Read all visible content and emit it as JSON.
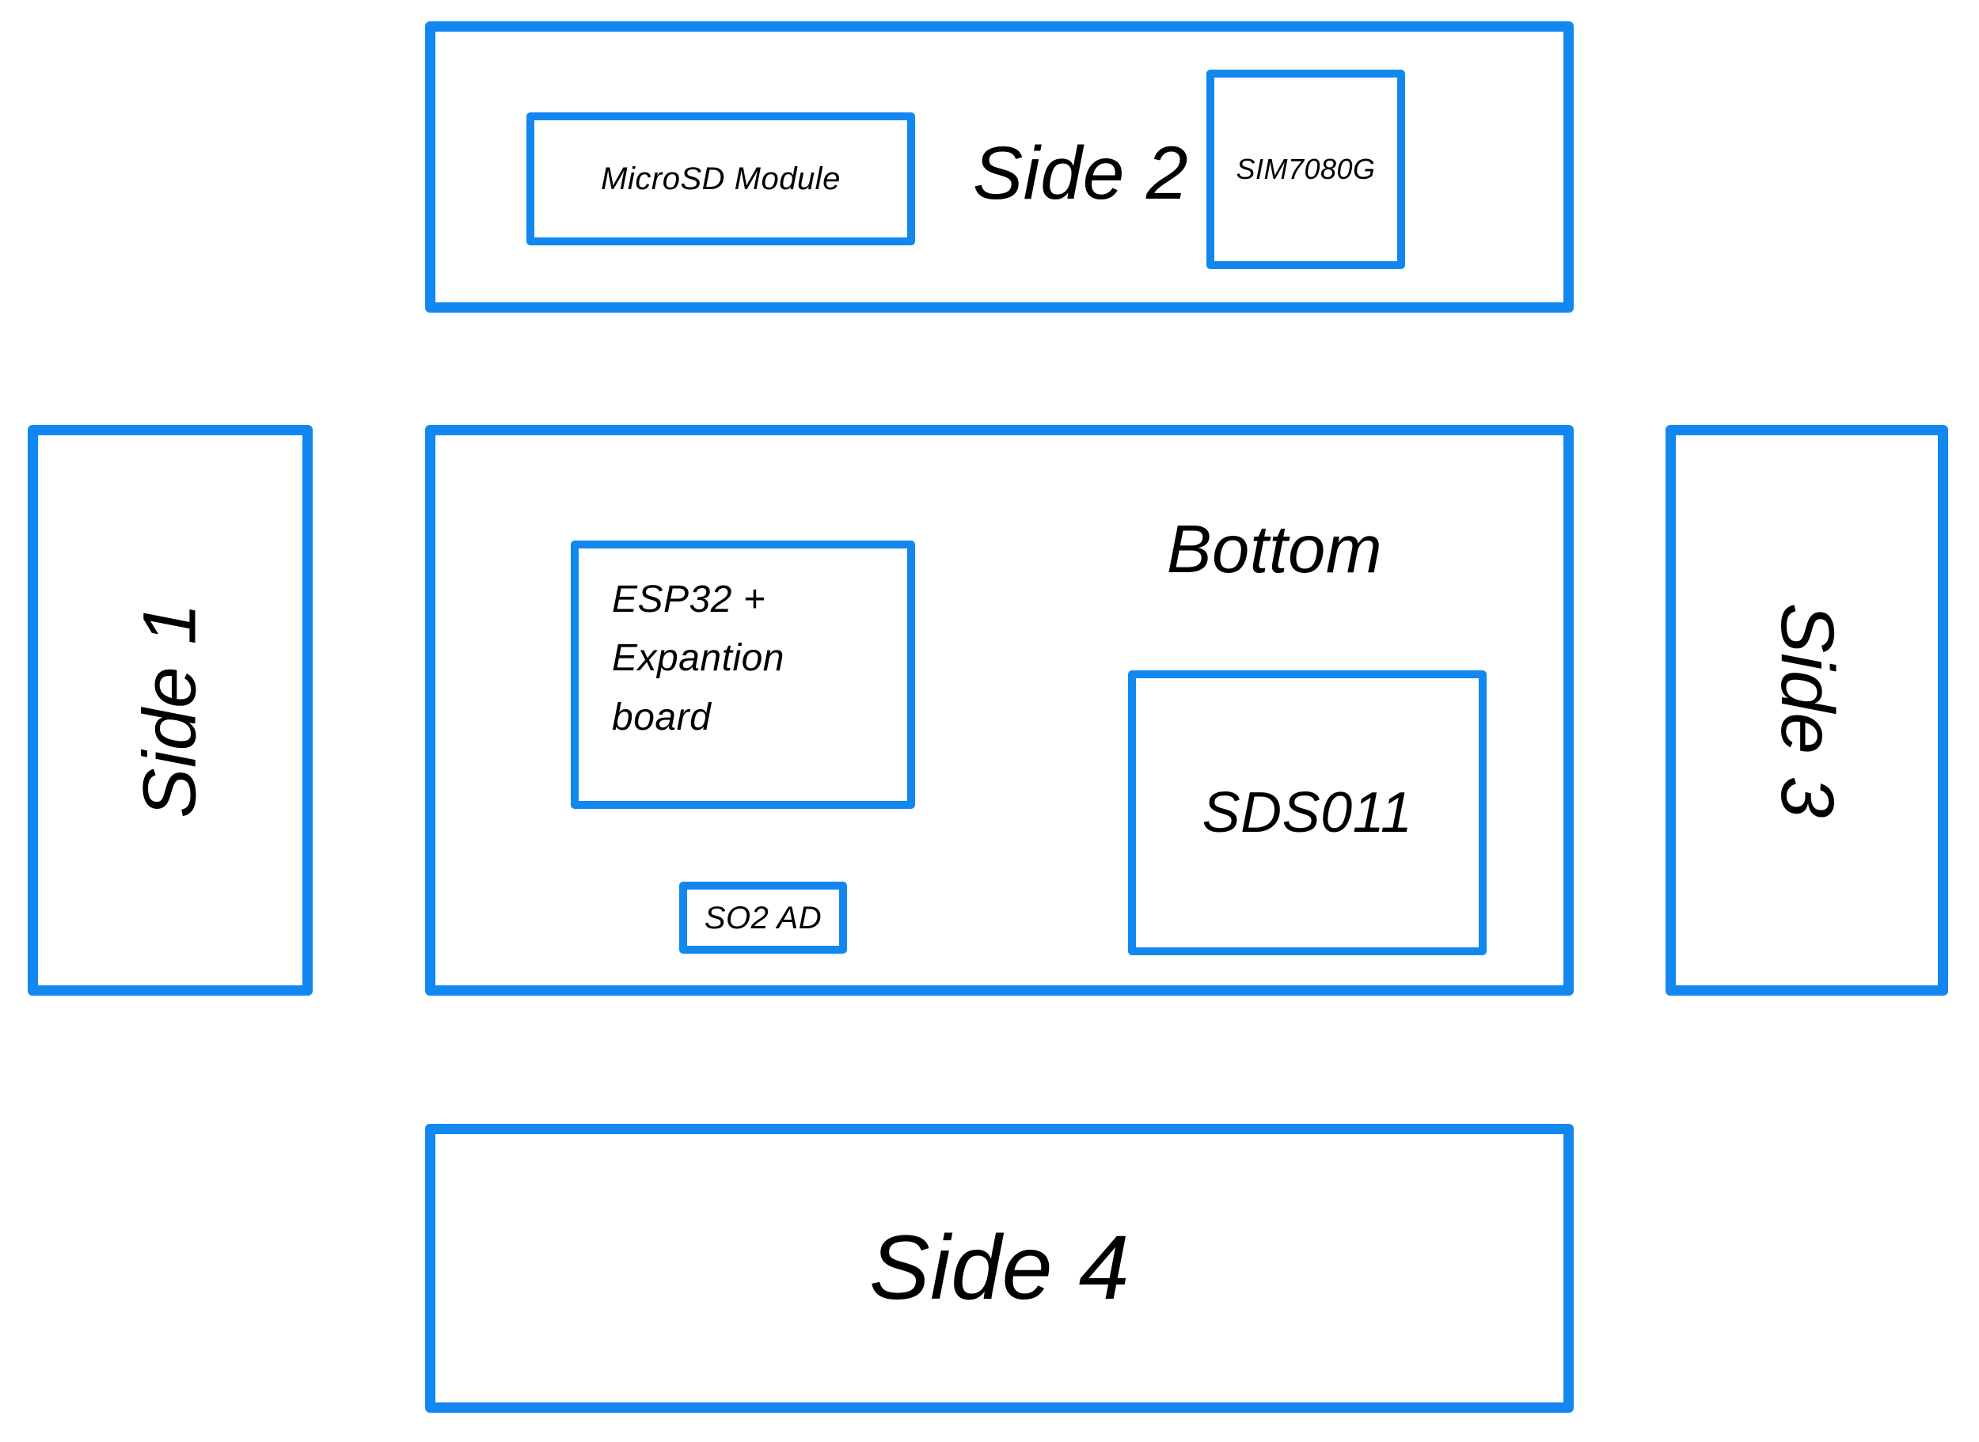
{
  "colors": {
    "outline": "#1287f0",
    "text": "#000000",
    "background": "#ffffff"
  },
  "panels": {
    "side1": "Side 1",
    "side2": "Side 2",
    "side3": "Side 3",
    "side4": "Side 4",
    "bottom": "Bottom"
  },
  "components": {
    "microsd": "MicroSD Module",
    "sim7080g": "SIM7080G",
    "esp32": "ESP32 +\nExpantion\nboard",
    "so2ad": "SO2 AD",
    "sds011": "SDS011"
  }
}
